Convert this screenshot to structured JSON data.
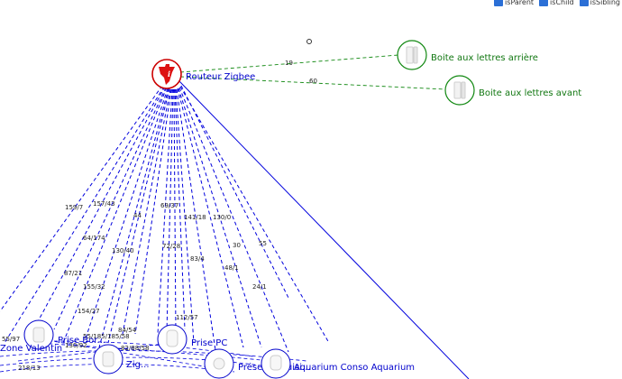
{
  "filters": [
    {
      "label": "isParent",
      "checked": true
    },
    {
      "label": "isChild",
      "checked": true
    },
    {
      "label": "isSibling",
      "checked": true
    }
  ],
  "colors": {
    "router_edges": "#0000dd",
    "end_device_edges": "#118811",
    "node_stroke_router": "#cc0000"
  },
  "nodes": {
    "router": {
      "label": "Routeur Zigbee",
      "icon": "router-logo-icon"
    },
    "mailbox_rear": {
      "label": "Boite aux lettres arrière",
      "icon": "door-sensor-icon"
    },
    "mailbox_front": {
      "label": "Boite aux lettres avant",
      "icon": "door-sensor-icon"
    },
    "zone_valentin": {
      "label": "Zone Valentin"
    },
    "prise_bor": {
      "label": "Prise Bor..."
    },
    "zigbee2": {
      "label": "Zig..."
    },
    "prise_pc": {
      "label": "Prise PC"
    },
    "presence_cuisine": {
      "label": "Présence cuisi..."
    },
    "aquarium": {
      "label": "Aquarium Conso Aquarium"
    }
  },
  "end_device_links": [
    {
      "label": "19"
    },
    {
      "label": "60"
    }
  ],
  "edge_labels": [
    "159/7",
    "157/43",
    "44",
    "69/37",
    "141/18",
    "130/0",
    "64/174",
    "130/40",
    "72/28",
    "30",
    "55",
    "83/4",
    "87/21",
    "48/1",
    "155/32",
    "24/1",
    "154/27",
    "112/57",
    "84/54",
    "55/185/185/58",
    "130/92",
    "82/88/58",
    "55/97",
    "218/13"
  ]
}
